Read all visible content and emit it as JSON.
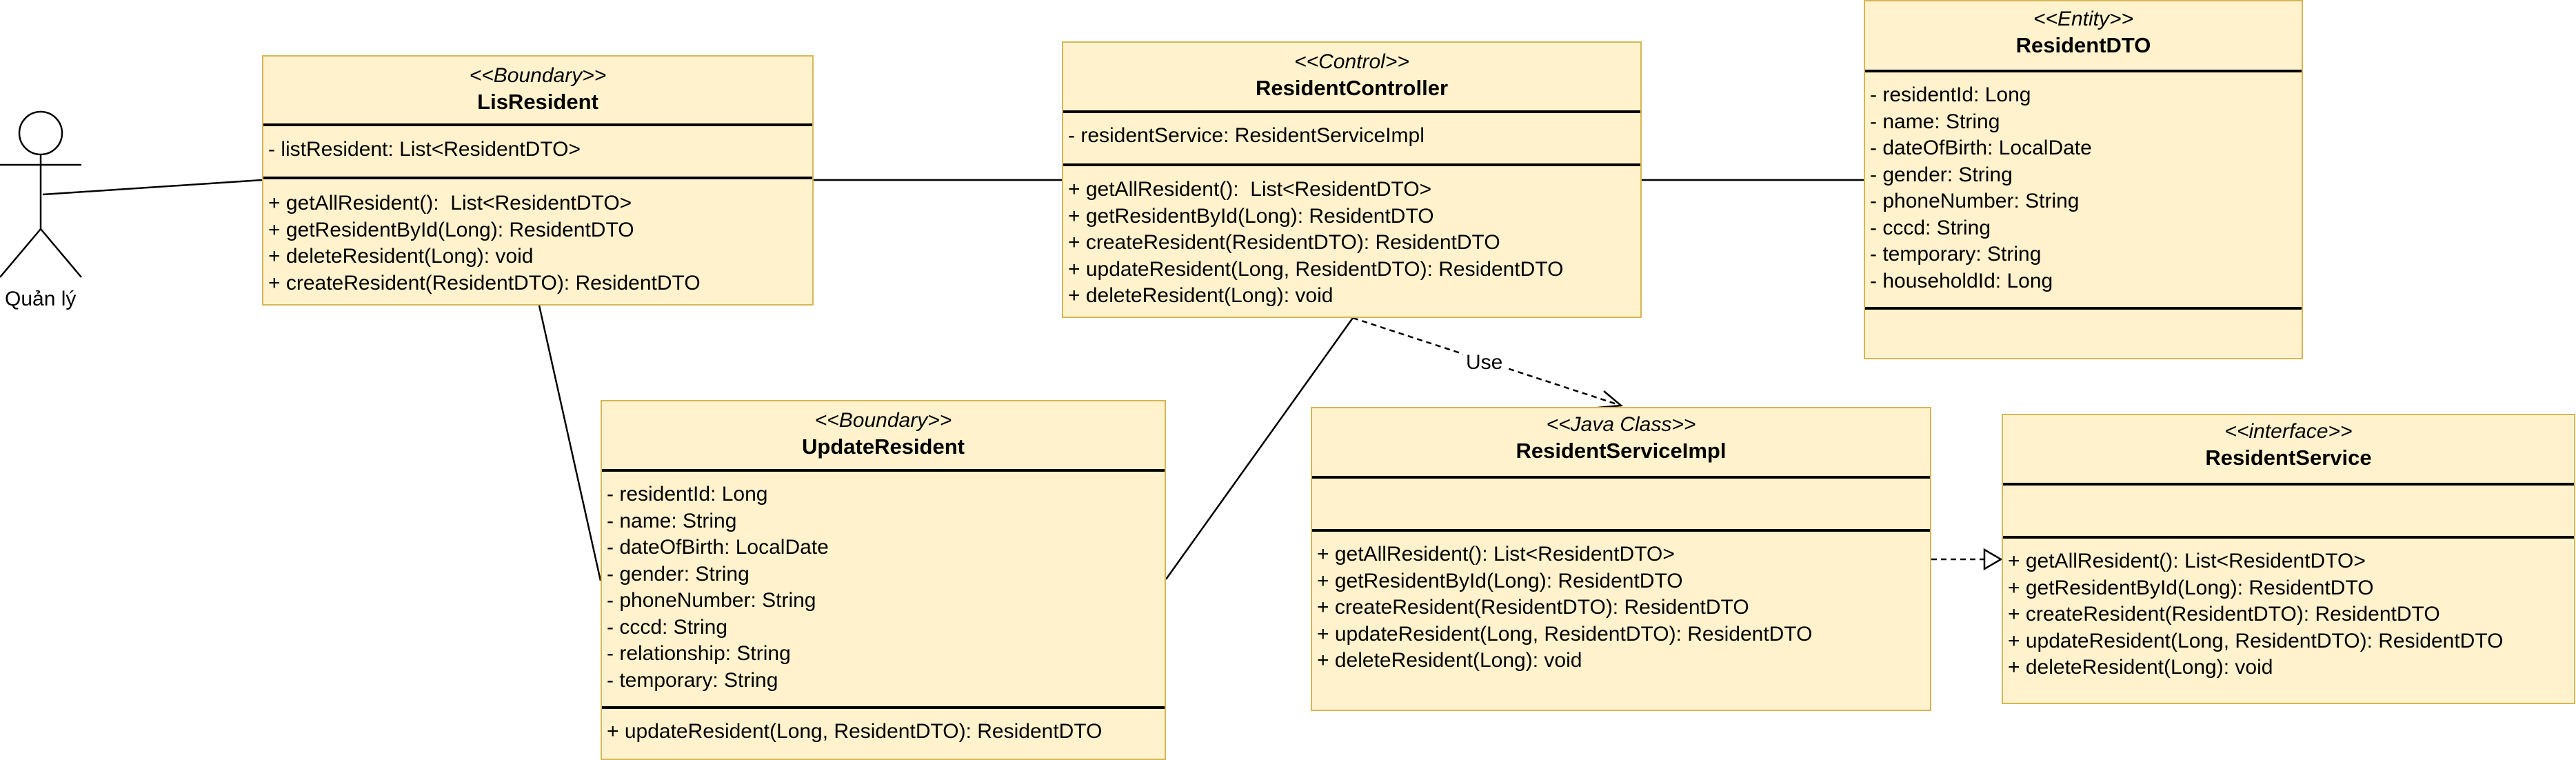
{
  "actor": {
    "label": "Quản lý"
  },
  "classes": {
    "lis_resident": {
      "stereotype": "<<Boundary>>",
      "name": "LisResident",
      "attributes": [
        "- listResident: List<ResidentDTO>"
      ],
      "operations": [
        "+ getAllResident():  List<ResidentDTO>",
        "+ getResidentById(Long): ResidentDTO",
        "+ deleteResident(Long): void",
        "+ createResident(ResidentDTO): ResidentDTO"
      ]
    },
    "resident_controller": {
      "stereotype": "<<Control>>",
      "name": "ResidentController",
      "attributes": [
        "- residentService: ResidentServiceImpl"
      ],
      "operations": [
        "+ getAllResident():  List<ResidentDTO>",
        "+ getResidentById(Long): ResidentDTO",
        "+ createResident(ResidentDTO): ResidentDTO",
        "+ updateResident(Long, ResidentDTO): ResidentDTO",
        "+ deleteResident(Long): void"
      ]
    },
    "resident_dto": {
      "stereotype": "<<Entity>>",
      "name": "ResidentDTO",
      "attributes": [
        "- residentId: Long",
        "- name: String",
        "- dateOfBirth: LocalDate",
        "- gender: String",
        "- phoneNumber: String",
        "- cccd: String",
        "- temporary: String",
        "- householdId: Long"
      ],
      "operations": []
    },
    "update_resident": {
      "stereotype": "<<Boundary>>",
      "name": "UpdateResident",
      "attributes": [
        "- residentId: Long",
        "- name: String",
        "- dateOfBirth: LocalDate",
        "- gender: String",
        "- phoneNumber: String",
        "- cccd: String",
        "- relationship: String",
        "- temporary: String"
      ],
      "operations": [
        "+ updateResident(Long, ResidentDTO): ResidentDTO"
      ]
    },
    "resident_service_impl": {
      "stereotype": "<<Java Class>>",
      "name": "ResidentServiceImpl",
      "attributes": [],
      "operations": [
        "+ getAllResident(): List<ResidentDTO>",
        "+ getResidentById(Long): ResidentDTO",
        "+ createResident(ResidentDTO): ResidentDTO",
        "+ updateResident(Long, ResidentDTO): ResidentDTO",
        "+ deleteResident(Long): void"
      ]
    },
    "resident_service": {
      "stereotype": "<<interface>>",
      "name": "ResidentService",
      "attributes": [],
      "operations": [
        "+ getAllResident(): List<ResidentDTO>",
        "+ getResidentById(Long): ResidentDTO",
        "+ createResident(ResidentDTO): ResidentDTO",
        "+ updateResident(Long, ResidentDTO): ResidentDTO",
        "+ deleteResident(Long): void"
      ]
    }
  },
  "relations": {
    "use_label": "Use"
  },
  "colors": {
    "class_fill": "#fff2cc",
    "class_border": "#d6b656",
    "line": "#000000"
  }
}
